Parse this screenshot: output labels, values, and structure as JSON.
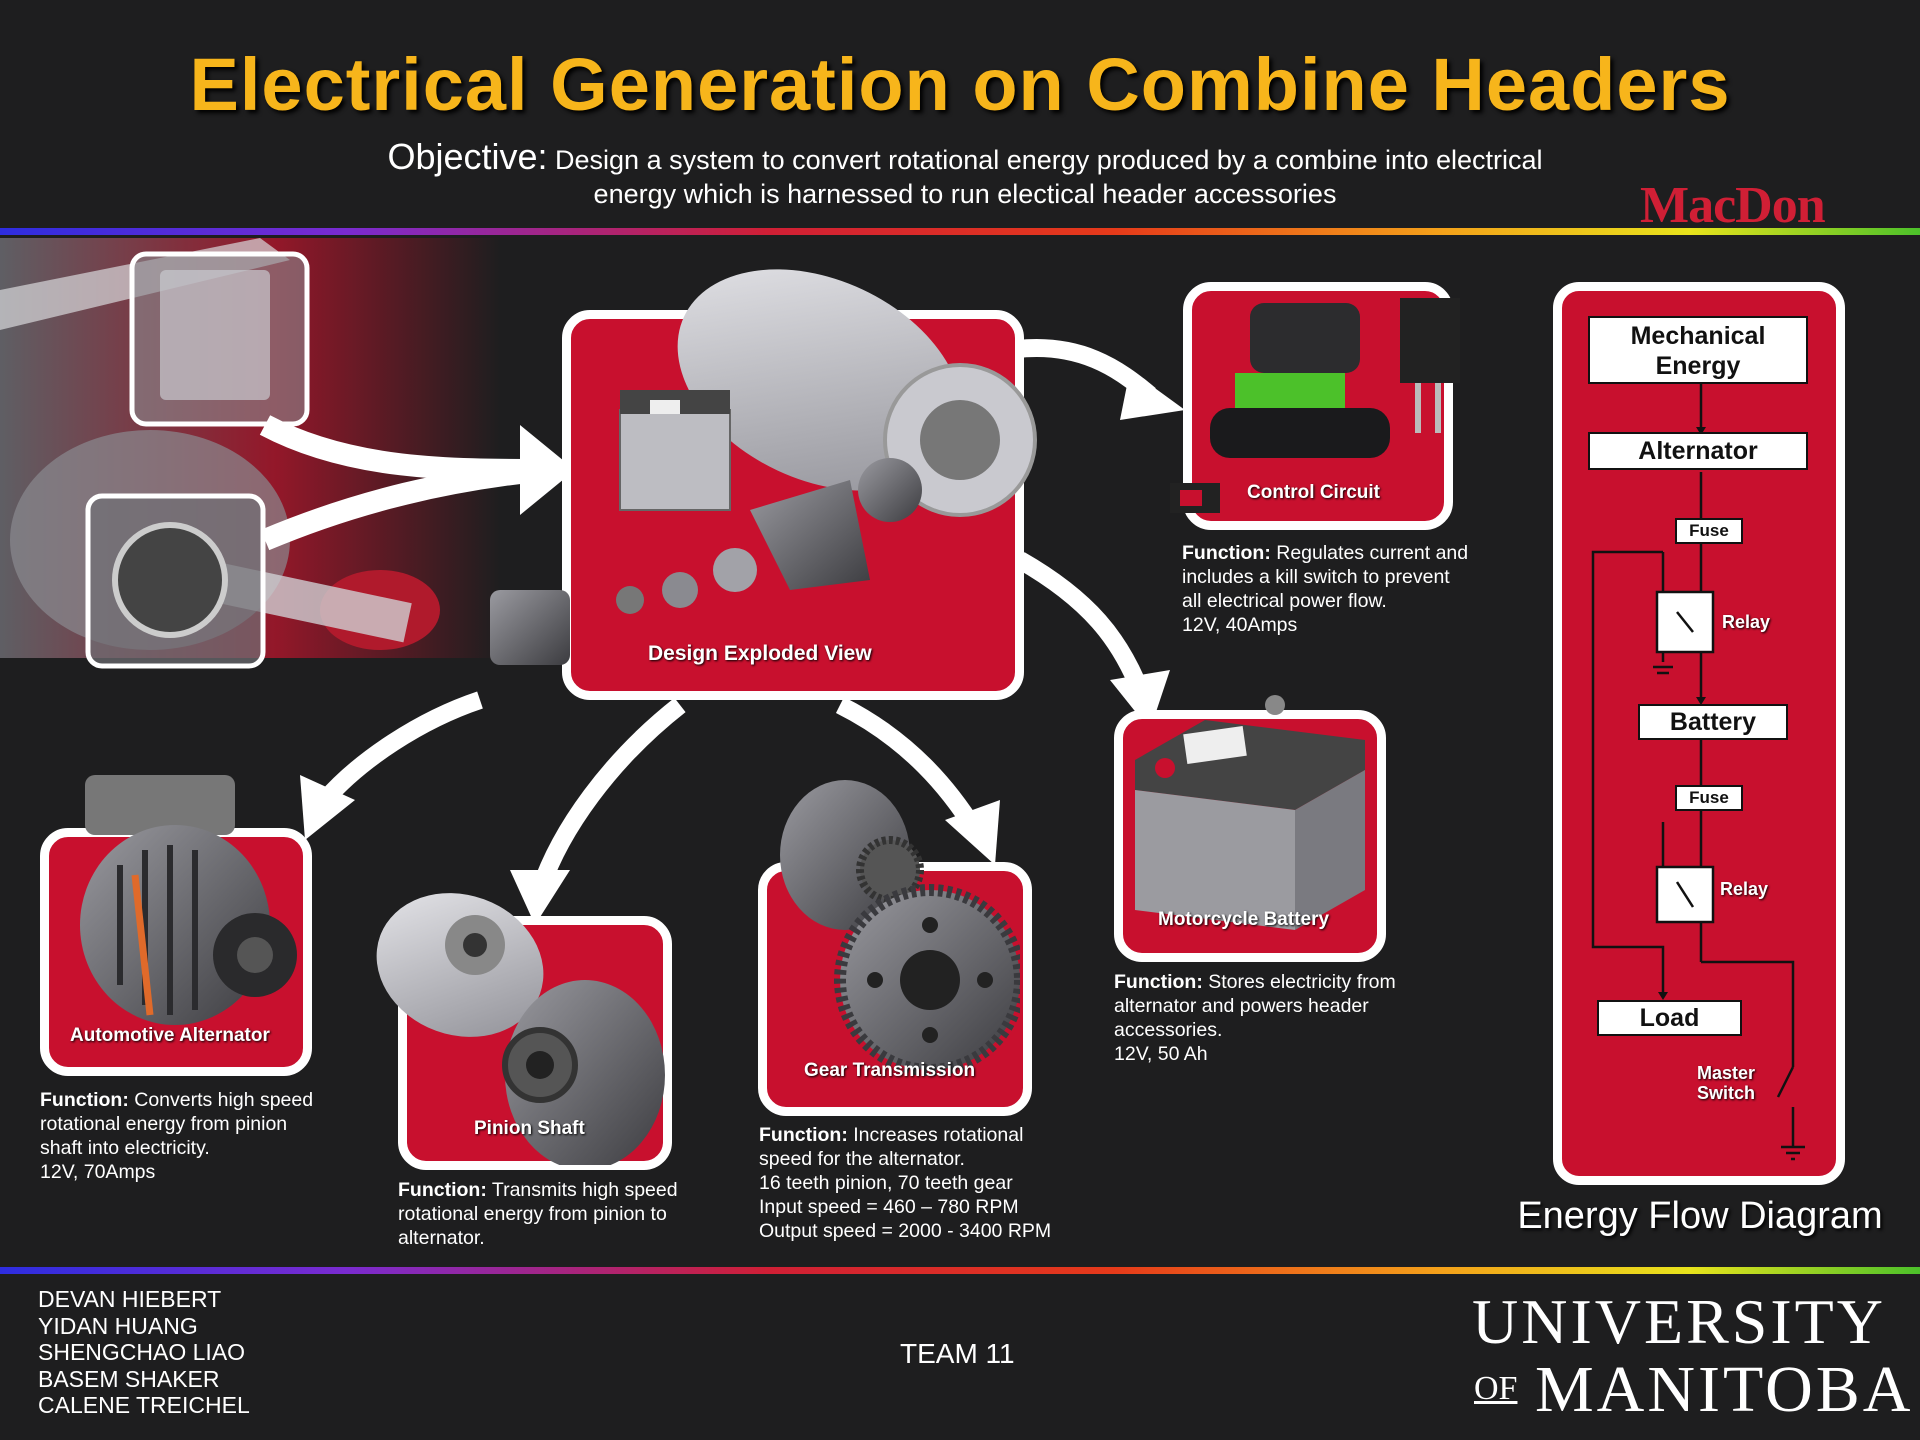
{
  "header": {
    "title": "Electrical Generation on Combine Headers",
    "objective_label": "Objective:",
    "objective_line1": "Design a system to convert rotational energy produced by a combine into electrical",
    "objective_line2": "energy which is harnessed to run electical header accessories",
    "sponsor_logo": "MacDon"
  },
  "colors": {
    "title": "#f7b51b",
    "panel_red": "#c8102e",
    "background": "#1e1e1f",
    "macdon_red": "#d01f35"
  },
  "components": {
    "exploded": {
      "label": "Design Exploded View"
    },
    "control": {
      "label": "Control Circuit",
      "function_label": "Function:",
      "function_text_1": "Regulates current and",
      "function_text_2": "includes a kill switch to prevent",
      "function_text_3": "all electrical power flow.",
      "spec": "12V, 40Amps"
    },
    "battery": {
      "label": "Motorcycle Battery",
      "function_label": "Function:",
      "function_text_1": "Stores electricity from",
      "function_text_2": "alternator and powers header",
      "function_text_3": "accessories.",
      "spec": "12V, 50 Ah"
    },
    "alternator": {
      "label": "Automotive Alternator",
      "function_label": "Function:",
      "function_text_1": "Converts high speed",
      "function_text_2": "rotational energy from pinion",
      "function_text_3": "shaft into electricity.",
      "spec": "12V, 70Amps"
    },
    "pinion": {
      "label": "Pinion Shaft",
      "function_label": "Function:",
      "function_text_1": "Transmits high speed",
      "function_text_2": "rotational energy from pinion to",
      "function_text_3": "alternator."
    },
    "gear": {
      "label": "Gear Transmission",
      "function_label": "Function:",
      "function_text_1": "Increases rotational",
      "function_text_2": "speed for the alternator.",
      "spec_1": "16 teeth pinion, 70 teeth gear",
      "spec_2": "Input speed = 460 – 780 RPM",
      "spec_3": "Output speed = 2000 - 3400 RPM"
    }
  },
  "flow": {
    "title": "Energy Flow Diagram",
    "mechanical_1": "Mechanical",
    "mechanical_2": "Energy",
    "alternator": "Alternator",
    "fuse_1": "Fuse",
    "relay_1": "Relay",
    "battery": "Battery",
    "fuse_2": "Fuse",
    "relay_2": "Relay",
    "load": "Load",
    "master_1": "Master",
    "master_2": "Switch"
  },
  "footer": {
    "members": [
      "DEVAN HIEBERT",
      "YIDAN HUANG",
      "SHENGCHAO LIAO",
      "BASEM SHAKER",
      "CALENE TREICHEL"
    ],
    "team": "TEAM 11",
    "university_line1": "UNIVERSITY",
    "university_of": "OF",
    "university_line2": "MANITOBA"
  }
}
